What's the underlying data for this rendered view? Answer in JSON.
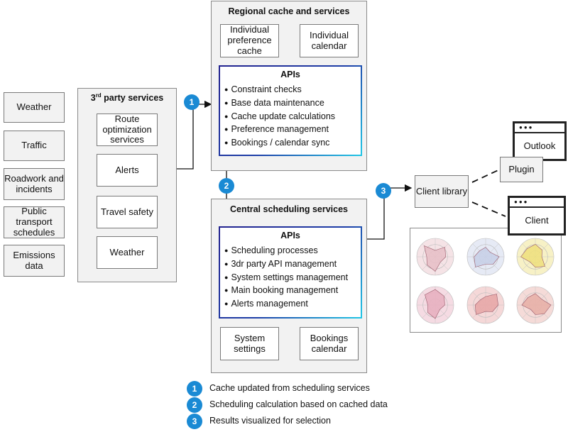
{
  "sources": [
    "Weather",
    "Traffic",
    "Roadwork and incidents",
    "Public transport schedules",
    "Emissions data"
  ],
  "third_party": {
    "title": "3",
    "title_sup": "rd",
    "title_rest": " party services",
    "items": [
      "Route optimization services",
      "Alerts",
      "Travel safety",
      "Weather"
    ]
  },
  "regional": {
    "title": "Regional cache and services",
    "pref_cache": "Individual preference cache",
    "ind_calendar": "Individual calendar",
    "apis_title": "APIs",
    "apis": [
      "Constraint checks",
      "Base data maintenance",
      "Cache update calculations",
      "Preference management",
      "Bookings / calendar sync"
    ]
  },
  "central": {
    "title": "Central scheduling services",
    "apis_title": "APIs",
    "apis": [
      "Scheduling processes",
      "3dr party API management",
      "System settings management",
      "Main booking management",
      "Alerts management"
    ],
    "system_settings": "System settings",
    "bookings_calendar": "Bookings calendar"
  },
  "client_library": "Client library",
  "plugin": "Plugin",
  "outlook": "Outlook",
  "client": "Client",
  "radar_tiles": [
    {
      "color": "#e8c0c8"
    },
    {
      "color": "#c8d0e8"
    },
    {
      "color": "#eee080"
    },
    {
      "color": "#e8b0c0"
    },
    {
      "color": "#e8a8a8"
    },
    {
      "color": "#e8b0a8"
    }
  ],
  "legend": [
    {
      "num": "1",
      "text": "Cache updated from scheduling services"
    },
    {
      "num": "2",
      "text": "Scheduling calculation based on cached data"
    },
    {
      "num": "3",
      "text": "Results visualized for selection"
    }
  ],
  "colors": {
    "badge": "#1a8ad4",
    "panel": "#f2f2f2",
    "api_border_start": "#23238f",
    "api_border_end": "#20c6e6"
  }
}
